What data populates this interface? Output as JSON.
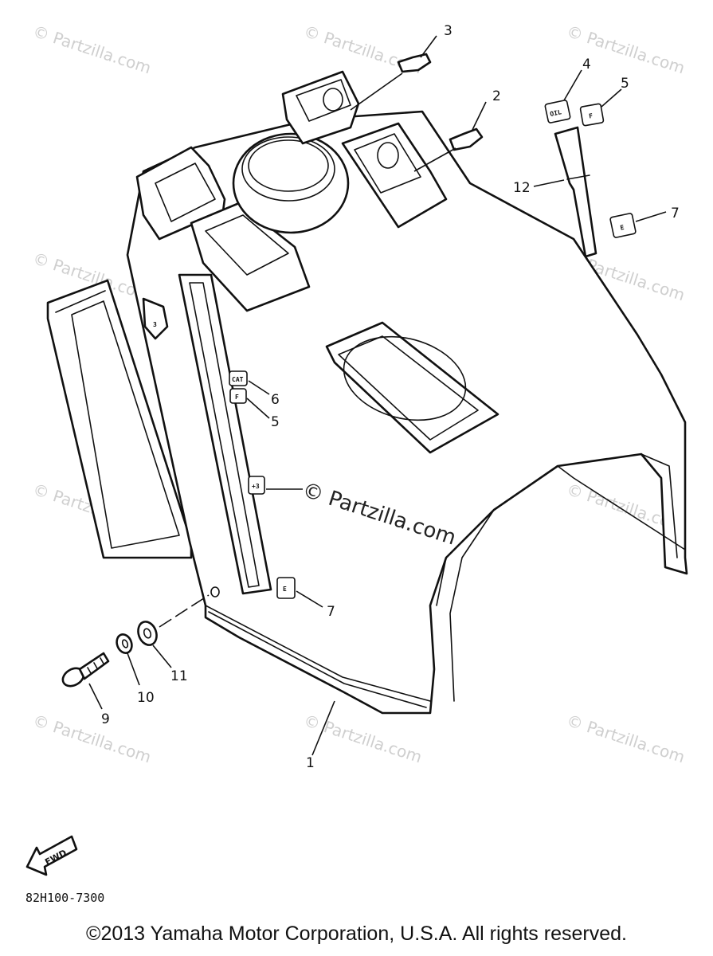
{
  "watermark": "© Partzilla.com",
  "center_watermark": "© Partzilla.com",
  "callouts": {
    "c1": "1",
    "c2": "2",
    "c3": "3",
    "c4": "4",
    "c5a": "5",
    "c5b": "5",
    "c6": "6",
    "c7a": "7",
    "c7b": "7",
    "c9": "9",
    "c10": "10",
    "c11": "11",
    "c12": "12"
  },
  "decals": {
    "oil": "OIL",
    "f_a": "F",
    "f_b": "F",
    "e_a": "E",
    "e_b": "E",
    "cat": "CAT"
  },
  "fwd_label": "FWD",
  "diagram_code": "82H100-7300",
  "copyright": "©2013 Yamaha Motor Corporation, U.S.A. All rights reserved."
}
